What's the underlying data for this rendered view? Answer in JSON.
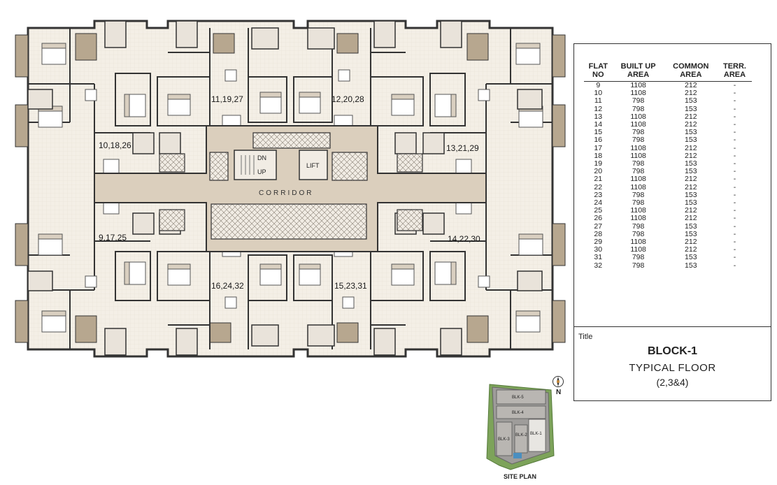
{
  "plan": {
    "flat_labels": [
      "11,19,27",
      "12,20,28",
      "10,18,26",
      "13,21,29",
      "9,17,25",
      "14,22,30",
      "16,24,32",
      "15,23,31"
    ],
    "corridor_label": "CORRIDOR",
    "dn_label": "DN",
    "up_label": "UP",
    "lift_label": "LIFT"
  },
  "table": {
    "headers": [
      [
        "FLAT",
        "NO"
      ],
      [
        "BUILT UP",
        "AREA"
      ],
      [
        "COMMON",
        "AREA"
      ],
      [
        "TERR.",
        "AREA"
      ]
    ],
    "rows": [
      [
        "9",
        "1108",
        "212",
        "-"
      ],
      [
        "10",
        "1108",
        "212",
        "-"
      ],
      [
        "11",
        "798",
        "153",
        "-"
      ],
      [
        "12",
        "798",
        "153",
        "-"
      ],
      [
        "13",
        "1108",
        "212",
        "-"
      ],
      [
        "14",
        "1108",
        "212",
        "-"
      ],
      [
        "15",
        "798",
        "153",
        "-"
      ],
      [
        "16",
        "798",
        "153",
        "-"
      ],
      [
        "17",
        "1108",
        "212",
        "-"
      ],
      [
        "18",
        "1108",
        "212",
        "-"
      ],
      [
        "19",
        "798",
        "153",
        "-"
      ],
      [
        "20",
        "798",
        "153",
        "-"
      ],
      [
        "21",
        "1108",
        "212",
        "-"
      ],
      [
        "22",
        "1108",
        "212",
        "-"
      ],
      [
        "23",
        "798",
        "153",
        "-"
      ],
      [
        "24",
        "798",
        "153",
        "-"
      ],
      [
        "25",
        "1108",
        "212",
        "-"
      ],
      [
        "26",
        "1108",
        "212",
        "-"
      ],
      [
        "27",
        "798",
        "153",
        "-"
      ],
      [
        "28",
        "798",
        "153",
        "-"
      ],
      [
        "29",
        "1108",
        "212",
        "-"
      ],
      [
        "30",
        "1108",
        "212",
        "-"
      ],
      [
        "31",
        "798",
        "153",
        "-"
      ],
      [
        "32",
        "798",
        "153",
        "-"
      ]
    ]
  },
  "title": {
    "caption": "Title",
    "block": "BLOCK-1",
    "floor": "TYPICAL  FLOOR",
    "floors": "(2,3&4)"
  },
  "north": "N",
  "site_plan": {
    "label": "SITE PLAN",
    "blocks": [
      "BLK-5",
      "BLK-4",
      "BLK-3",
      "BLK-2",
      "BLK-1"
    ]
  }
}
